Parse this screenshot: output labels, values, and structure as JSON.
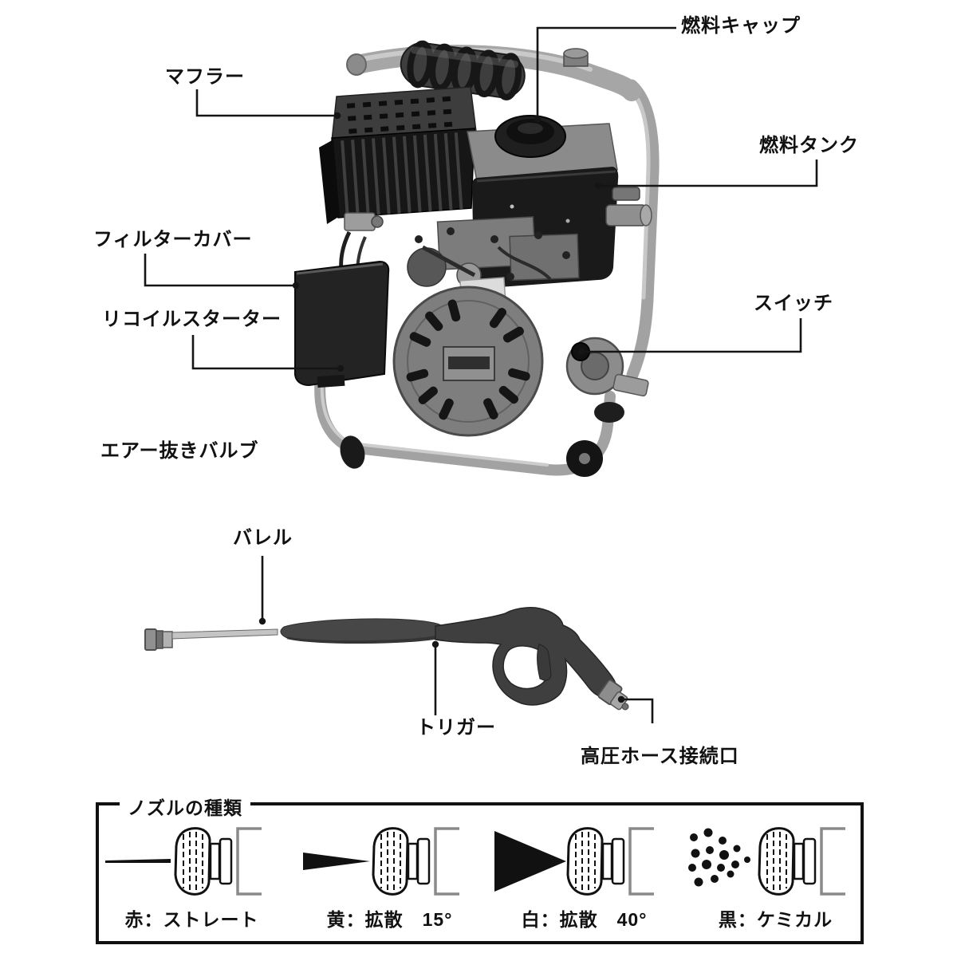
{
  "machine": {
    "labels": {
      "fuel_cap": "燃料キャップ",
      "muffler": "マフラー",
      "fuel_tank": "燃料タンク",
      "filter_cover": "フィルターカバー",
      "recoil_starter": "リコイルスターター",
      "switch": "スイッチ",
      "air_bleed_valve": "エアー抜きバルブ"
    }
  },
  "gun": {
    "labels": {
      "barrel": "バレル",
      "trigger": "トリガー",
      "hose_port": "高圧ホース接続口"
    }
  },
  "nozzle_box": {
    "title": "ノズルの種類",
    "items": [
      {
        "type": "straight",
        "label": "赤：ストレート"
      },
      {
        "type": "spray15",
        "label": "黄：拡散　15°"
      },
      {
        "type": "spray40",
        "label": "白：拡散　40°"
      },
      {
        "type": "chemical",
        "label": "黒：ケミカル"
      }
    ]
  },
  "colors": {
    "ink": "#111111",
    "background": "#ffffff"
  }
}
